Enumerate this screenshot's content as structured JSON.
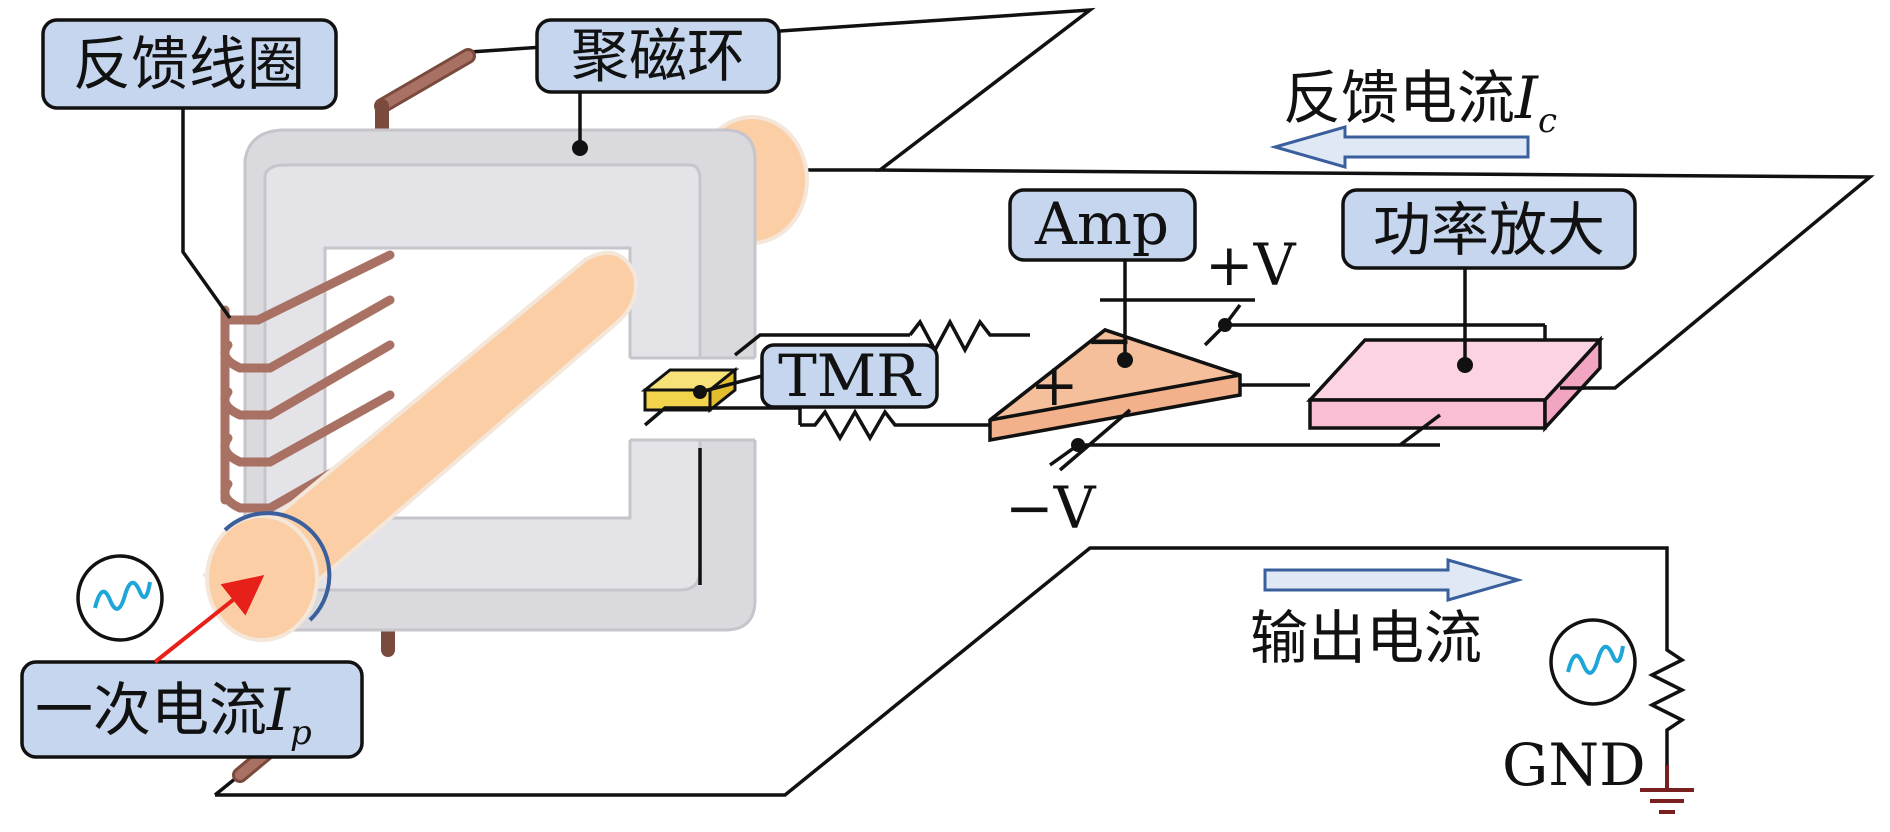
{
  "labels": {
    "feedback_coil": "反馈线圈",
    "flux_ring": "聚磁环",
    "feedback_current_prefix": "反馈电流",
    "feedback_current_symbol": "I",
    "feedback_current_sub": "c",
    "amp": "Amp",
    "power_amp": "功率放大",
    "tmr": "TMR",
    "plus_v": "+V",
    "minus_v": "−V",
    "amp_minus": "−",
    "amp_plus": "+",
    "output_current": "输出电流",
    "primary_current_prefix": "一次电流",
    "primary_current_symbol": "I",
    "primary_current_sub": "p",
    "gnd": "GND"
  },
  "colors": {
    "label_fill": "#c5d6ee",
    "core": "#d9d9de",
    "rod": "#fbcea6",
    "coil": "#a87163",
    "tmr_chip": "#f2d44c",
    "amp_body": "#f4bf9a",
    "power_amp_body": "#f9bdd4",
    "arrow_fill": "#dfe8f5",
    "arrow_stroke": "#3a5f9c",
    "primary_arrow": "#e8201a",
    "ground": "#7a1f1f",
    "signal_wave": "#1fa6d8"
  },
  "icons": {
    "signal_source": "ac-signal-source-icon",
    "ground": "ground-icon"
  }
}
